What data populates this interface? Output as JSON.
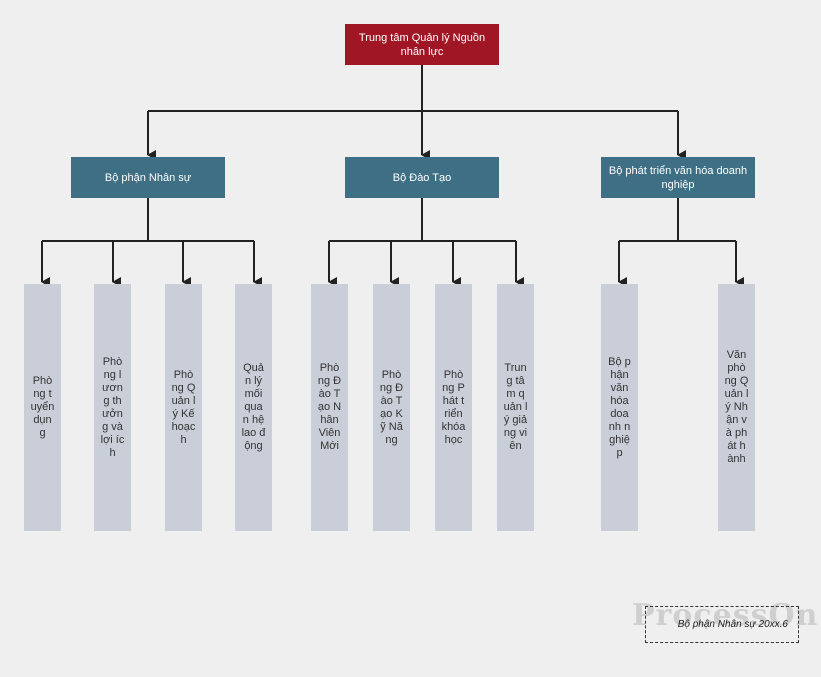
{
  "root": {
    "label": "Trung tâm Quản lý Nguồn nhân lực"
  },
  "departments": [
    {
      "label": "Bộ phận Nhân sự",
      "units": [
        "Phòng tuyển dụng",
        "Phòng lương thưởng và lợi ích",
        "Phòng Quản lý Kế hoạch",
        "Quản lý mối quan hệ lao động"
      ]
    },
    {
      "label": "Bộ Đào Tạo",
      "units": [
        "Phòng Đào Tạo Nhân Viên Mới",
        "Phòng Đào Tạo Kỹ Năng",
        "Phòng Phát triển khóa học",
        "Trung tâm quản lý giảng viên"
      ]
    },
    {
      "label": "Bộ phát triển văn hóa doanh nghiệp",
      "units": [
        "Bộ phận văn hóa doanh nghiệp",
        "Văn phòng Quản lý Nhận và phát hành"
      ]
    }
  ],
  "watermark": "ProcessOn",
  "note": "Bộ phận Nhân sự 20xx.6",
  "colors": {
    "root": "#a01624",
    "department": "#3e6f84",
    "unit": "#c9ced8",
    "connector": "#222222",
    "background": "#efefef"
  }
}
